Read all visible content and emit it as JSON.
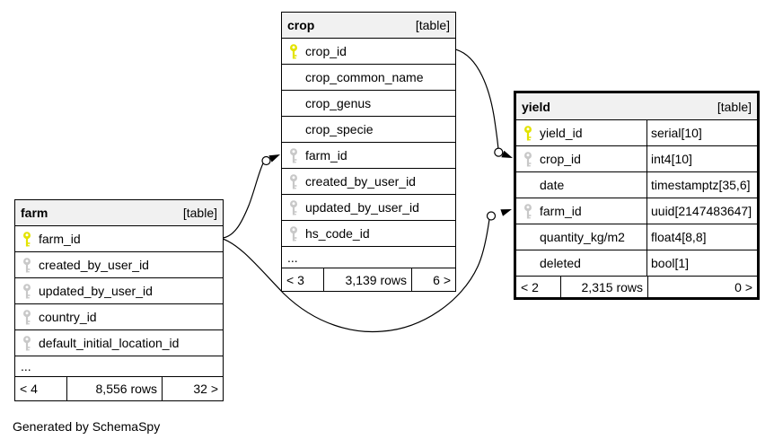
{
  "diagram": {
    "generator_note": "Generated by SchemaSpy"
  },
  "colors": {
    "primary_key": "#e3e300",
    "foreign_key": "#c8c8c8",
    "header_bg": "#f1f1f1",
    "line": "#000000"
  },
  "tables": {
    "crop": {
      "title": "crop",
      "badge": "[table]",
      "columns": [
        {
          "name": "crop_id",
          "key": "primary"
        },
        {
          "name": "crop_common_name",
          "key": "none"
        },
        {
          "name": "crop_genus",
          "key": "none"
        },
        {
          "name": "crop_specie",
          "key": "none"
        },
        {
          "name": "farm_id",
          "key": "foreign"
        },
        {
          "name": "created_by_user_id",
          "key": "foreign"
        },
        {
          "name": "updated_by_user_id",
          "key": "foreign"
        },
        {
          "name": "hs_code_id",
          "key": "foreign"
        }
      ],
      "ellipsis": "...",
      "footer": {
        "parents": "< 3",
        "rows": "3,139 rows",
        "children": "6 >"
      }
    },
    "farm": {
      "title": "farm",
      "badge": "[table]",
      "columns": [
        {
          "name": "farm_id",
          "key": "primary"
        },
        {
          "name": "created_by_user_id",
          "key": "foreign"
        },
        {
          "name": "updated_by_user_id",
          "key": "foreign"
        },
        {
          "name": "country_id",
          "key": "foreign"
        },
        {
          "name": "default_initial_location_id",
          "key": "foreign"
        }
      ],
      "ellipsis": "...",
      "footer": {
        "parents": "< 4",
        "rows": "8,556 rows",
        "children": "32 >"
      }
    },
    "yield": {
      "title": "yield",
      "badge": "[table]",
      "columns": [
        {
          "name": "yield_id",
          "type": "serial[10]",
          "key": "primary"
        },
        {
          "name": "crop_id",
          "type": "int4[10]",
          "key": "foreign"
        },
        {
          "name": "date",
          "type": "timestamptz[35,6]",
          "key": "none"
        },
        {
          "name": "farm_id",
          "type": "uuid[2147483647]",
          "key": "foreign"
        },
        {
          "name": "quantity_kg/m2",
          "type": "float4[8,8]",
          "key": "none"
        },
        {
          "name": "deleted",
          "type": "bool[1]",
          "key": "none"
        }
      ],
      "footer": {
        "parents": "< 2",
        "rows": "2,315 rows",
        "children": "0 >"
      }
    }
  },
  "relationships": [
    {
      "from": "crop.crop_id",
      "to": "yield.crop_id"
    },
    {
      "from": "farm.farm_id",
      "to": "crop.farm_id"
    },
    {
      "from": "farm.farm_id",
      "to": "yield.farm_id"
    }
  ]
}
